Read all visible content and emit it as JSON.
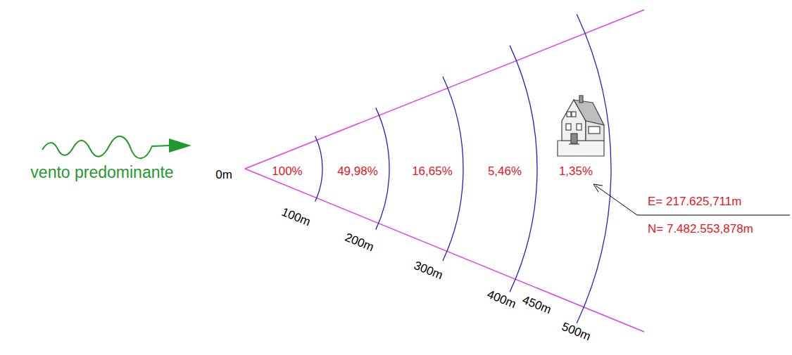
{
  "diagram": {
    "labels": [
      "vento predominante",
      "0m",
      "100%",
      "49,98%",
      "16,65%",
      "5,46%",
      "1,35%",
      "100m",
      "200m",
      "300m",
      "400m",
      "450m",
      "500m",
      "E= 217.625,711m",
      "N= 7.482.553,878m"
    ]
  }
}
